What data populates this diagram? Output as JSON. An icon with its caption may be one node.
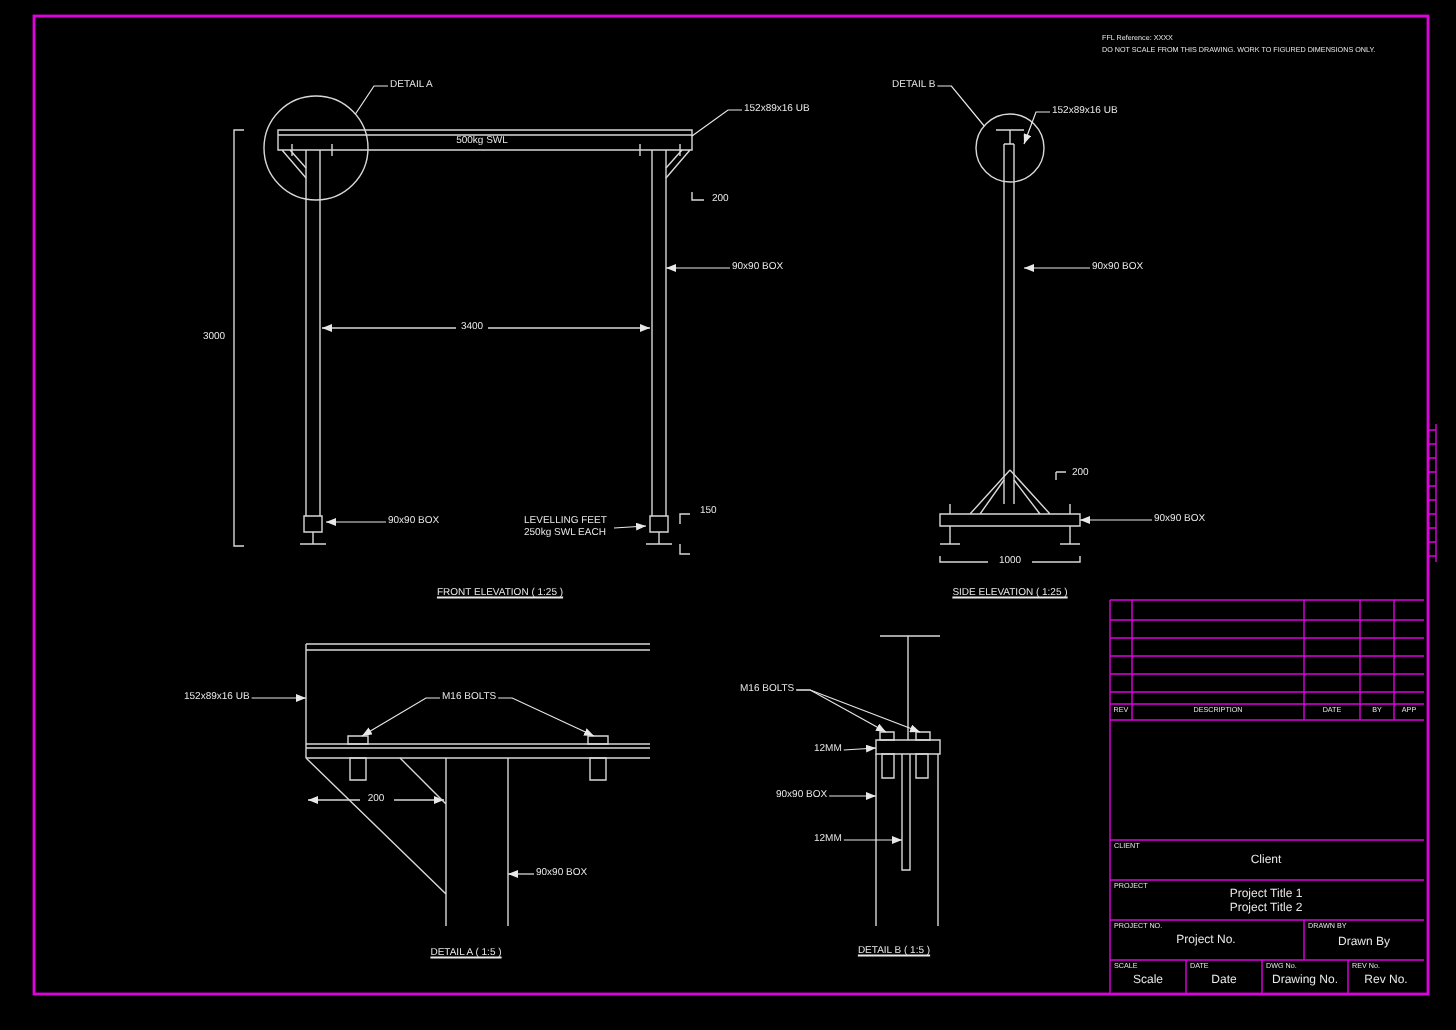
{
  "diagram": {
    "nodes": [
      {
        "text": [
          "DETAIL A"
        ]
      },
      {
        "text": [],
        "shape": "circle"
      },
      {
        "text": [
          "152x89x16 UB"
        ]
      },
      {
        "text": [
          "90x90 BOX"
        ]
      },
      {
        "text": [
          "90x90 BOX"
        ]
      },
      {
        "text": [
          "LEVELLING FEET 250kg SWL EACH"
        ]
      },
      {
        "text": [
          "DETAIL B"
        ]
      },
      {
        "text": [],
        "shape": "circle"
      },
      {
        "text": [
          "152x89x16 UB"
        ]
      },
      {
        "text": [
          "90x90 BOX"
        ]
      },
      {
        "text": [
          "90x90 BOX"
        ]
      },
      {
        "text": [
          "152x89x16 UB"
        ]
      },
      {
        "text": [
          "M16 BOLTS"
        ],
        "in": 24
      },
      {
        "text": [
          "90x90 BOX"
        ]
      },
      {
        "text": [
          "M16 BOLTS"
        ]
      },
      {
        "text": [
          "12MM"
        ]
      },
      {
        "text": [
          "90x90 BOX"
        ]
      },
      {
        "text": [
          "12MM"
        ]
      },
      {
        "text": [],
        "shape": "bar"
      },
      {
        "text": [],
        "shape": "bar"
      },
      {
        "text": [],
        "shape": "box"
      },
      {
        "text": [],
        "shape": "box"
      },
      {
        "text": [],
        "shape": "bar"
      },
      {
        "text": [],
        "shape": "bar"
      },
      {
        "text": [],
        "shape": "bar"
      },
      {
        "text": [],
        "shape": "box"
      },
      {
        "text": [],
        "shape": "box"
      },
      {
        "text": [],
        "shape": "bar"
      },
      {
        "text": [],
        "shape": "box"
      },
      {
        "text": [],
        "shape": "box"
      },
      {
        "text": [],
        "shape": "bar"
      },
      {
        "text": [],
        "shape": "bar"
      },
      {
        "text": [],
        "shape": "bar",
        "in": 31
      },
      {
        "text": [],
        "shape": "bar"
      }
    ],
    "edges": [
      {
        "from": 0,
        "to": 1,
        "arrow": "none"
      },
      {
        "from": 2,
        "to": 18,
        "arrow": "none"
      },
      {
        "from": 3,
        "to": 19,
        "arrow": "to"
      },
      {
        "from": 4,
        "to": 20,
        "arrow": "to"
      },
      {
        "from": 5,
        "to": 21,
        "arrow": "to"
      },
      {
        "from": 6,
        "to": 7,
        "arrow": "none"
      },
      {
        "from": 8,
        "to": 22,
        "arrow": "to"
      },
      {
        "from": 9,
        "to": 22,
        "arrow": "to"
      },
      {
        "from": 10,
        "to": 23,
        "arrow": "to"
      },
      {
        "from": 11,
        "to": 24,
        "arrow": "to"
      },
      {
        "from": 12,
        "to": 25,
        "arrow": "to"
      },
      {
        "from": 12,
        "to": 26,
        "arrow": "to"
      },
      {
        "from": 13,
        "to": 27,
        "arrow": "to"
      },
      {
        "from": 14,
        "to": 28,
        "arrow": "to"
      },
      {
        "from": 14,
        "to": 29,
        "arrow": "to"
      },
      {
        "from": 15,
        "to": 30,
        "arrow": "to"
      },
      {
        "from": 16,
        "to": 31,
        "arrow": "to"
      },
      {
        "from": 17,
        "to": 32,
        "arrow": "to"
      }
    ],
    "labels": [
      "500kg SWL",
      "200",
      "3000",
      "3400",
      "150",
      "FRONT ELEVATION ( 1:25 )",
      "FFL Reference: XXXX",
      "DO NOT SCALE FROM THIS DRAWING. WORK TO FIGURED DIMENSIONS ONLY.",
      "200",
      "1000",
      "SIDE ELEVATION ( 1:25 )",
      "200",
      "DETAIL A ( 1:5 )",
      "DETAIL B ( 1:5 )",
      "REV",
      "DESCRIPTION",
      "DATE",
      "BY",
      "APP",
      "CLIENT",
      "Client",
      "PROJECT",
      "Project Title 1",
      "Project Title 2",
      "PROJECT NO.",
      "DRAWN BY",
      "Project No.",
      "Drawn By",
      "SCALE",
      "DATE",
      "DWG No.",
      "REV No.",
      "Scale",
      "Date",
      "Drawing No.",
      "Rev No."
    ]
  }
}
